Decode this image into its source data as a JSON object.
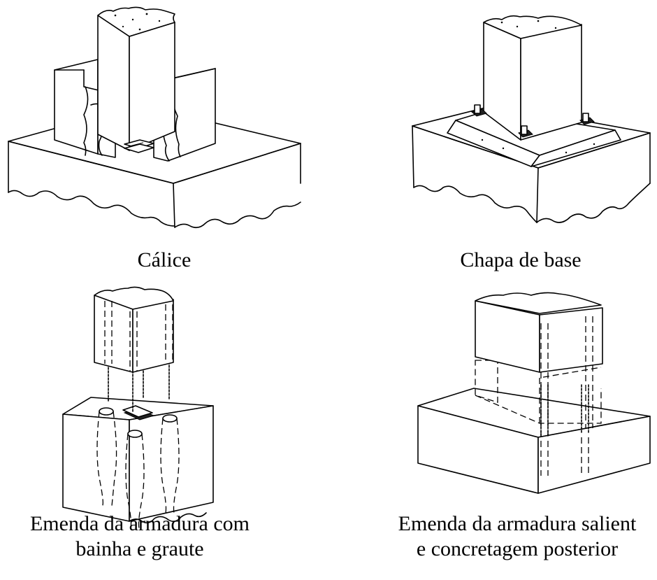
{
  "figure": {
    "panels": [
      {
        "id": "calice",
        "caption_lines": [
          "Cálice"
        ]
      },
      {
        "id": "chapa_de_base",
        "caption_lines": [
          "Chapa de base"
        ]
      },
      {
        "id": "emenda_bainha",
        "caption_lines": [
          "Emenda da armadura com",
          "bainha e graute"
        ]
      },
      {
        "id": "emenda_salient",
        "caption_lines": [
          "Emenda da armadura salient",
          "e concretagem posterior"
        ]
      }
    ]
  }
}
